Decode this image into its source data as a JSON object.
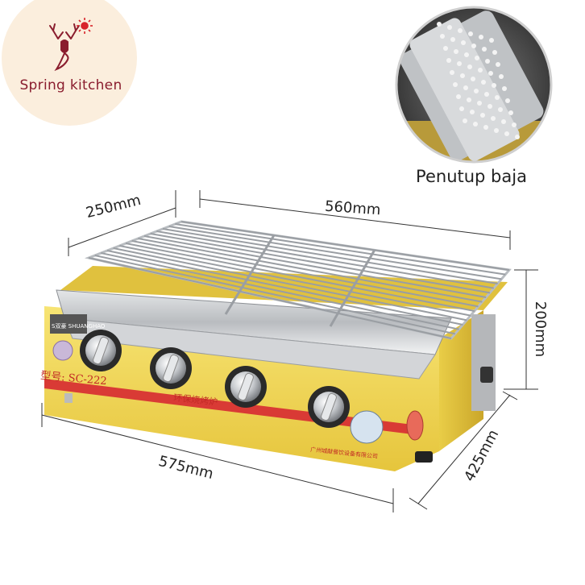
{
  "brand": {
    "name": "Spring kitchen",
    "logo_bg": "#fbeedd",
    "logo_color": "#8a1d2e",
    "sun_color": "#d8232a"
  },
  "product": {
    "model": "型号: SC-222",
    "badge": "S双豪 SHUANGHAO",
    "slogan": "环保烧烤炉",
    "maker": "广州城献餐饮设备有限公司",
    "body_color": "#f3dc5a",
    "stripe_color": "#d93a35",
    "knob_count": 4
  },
  "cover_caption": "Penutup baja",
  "dimensions": {
    "depth_top": "250mm",
    "width_top": "560mm",
    "height": "200mm",
    "width_bottom": "575mm",
    "depth_bottom": "425mm"
  }
}
